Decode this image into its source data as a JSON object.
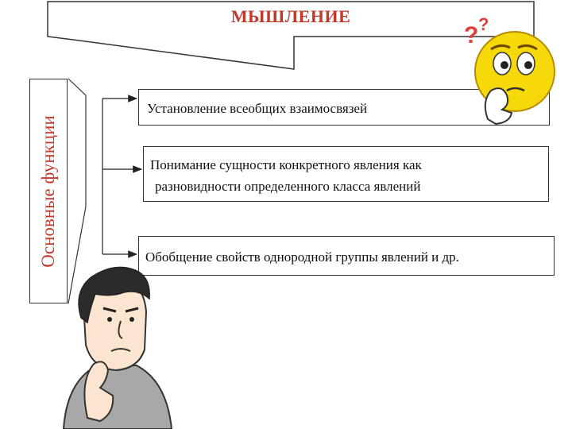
{
  "header": {
    "title": "МЫШЛЕНИЕ"
  },
  "side_label": {
    "text": "Основные функции"
  },
  "functions": [
    {
      "lines": [
        "Установление всеобщих взаимосвязей"
      ]
    },
    {
      "lines": [
        "Понимание сущности конкретного явления как",
        "разновидности определенного класса явлений"
      ]
    },
    {
      "lines": [
        "Обобщение свойств однородной группы явлений и др."
      ]
    }
  ],
  "decor": {
    "question_marks": [
      "?",
      "?"
    ],
    "colors": {
      "accent_red": "#c0392b",
      "face_yellow": "#f5d90a",
      "question_red": "#e0403a"
    }
  }
}
